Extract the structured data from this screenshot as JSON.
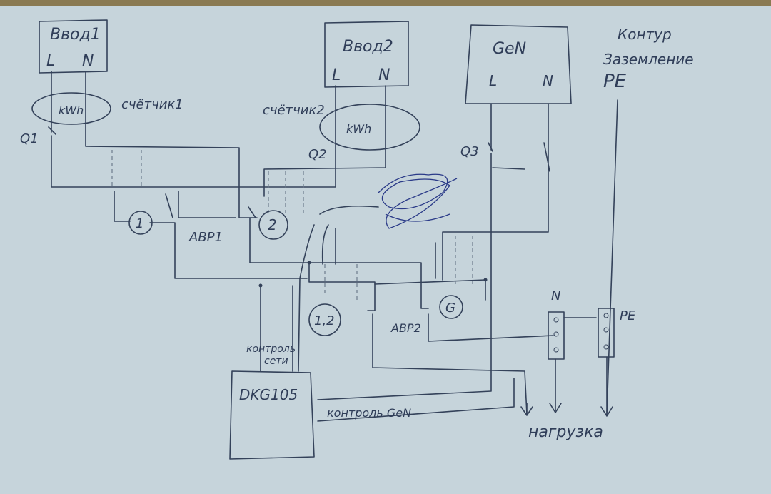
{
  "diagram": {
    "sources": [
      {
        "title": "Ввод1",
        "l": "L",
        "n": "N"
      },
      {
        "title": "Ввод2",
        "l": "L",
        "n": "N"
      },
      {
        "title": "GeN",
        "l": "L",
        "n": "N"
      }
    ],
    "ground": {
      "line1": "Контур",
      "line2": "Заземление",
      "line3": "PE"
    },
    "meters": [
      {
        "label": "счётчик1",
        "unit": "kWh"
      },
      {
        "label": "счётчик2",
        "unit": "kWh"
      }
    ],
    "switches": [
      "Q1",
      "Q2",
      "Q3"
    ],
    "contactors": [
      "1",
      "2",
      "1,2",
      "G"
    ],
    "ats": [
      "АВР1",
      "АВР2"
    ],
    "buses": {
      "n": "N",
      "pe": "PE"
    },
    "controller": {
      "name": "DKG105",
      "net_control_1": "контроль",
      "net_control_2": "сети",
      "gen_control": "контроль GeN"
    },
    "load": "нагрузка"
  }
}
